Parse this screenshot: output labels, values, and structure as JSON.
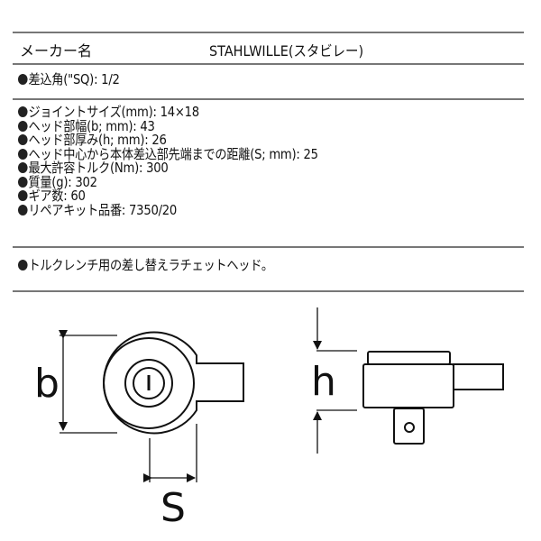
{
  "maker": {
    "label": "メーカー名",
    "value": "STAHLWILLE(スタビレー)"
  },
  "drive": {
    "text": "差込角(\"SQ): 1/2"
  },
  "specs": [
    {
      "text": "ジョイントサイズ(mm): 14×18"
    },
    {
      "text": "ヘッド部幅(b; mm): 43"
    },
    {
      "text": "ヘッド部厚み(h; mm): 26"
    },
    {
      "text": "ヘッド中心から本体差込部先端までの距離(S; mm): 25"
    },
    {
      "text": "最大許容トルク(Nm): 300"
    },
    {
      "text": "質量(g): 302"
    },
    {
      "text": "ギア数: 60"
    },
    {
      "text": "リペアキット品番: 7350/20"
    }
  ],
  "description": {
    "text": "トルクレンチ用の差し替えラチェットヘッド。"
  },
  "diagram": {
    "top_view": {
      "width_label": "b",
      "offset_label": "S"
    },
    "side_view": {
      "height_label": "h"
    }
  },
  "colors": {
    "rule": "#777777",
    "text": "#111111",
    "bullet": "#222222"
  }
}
